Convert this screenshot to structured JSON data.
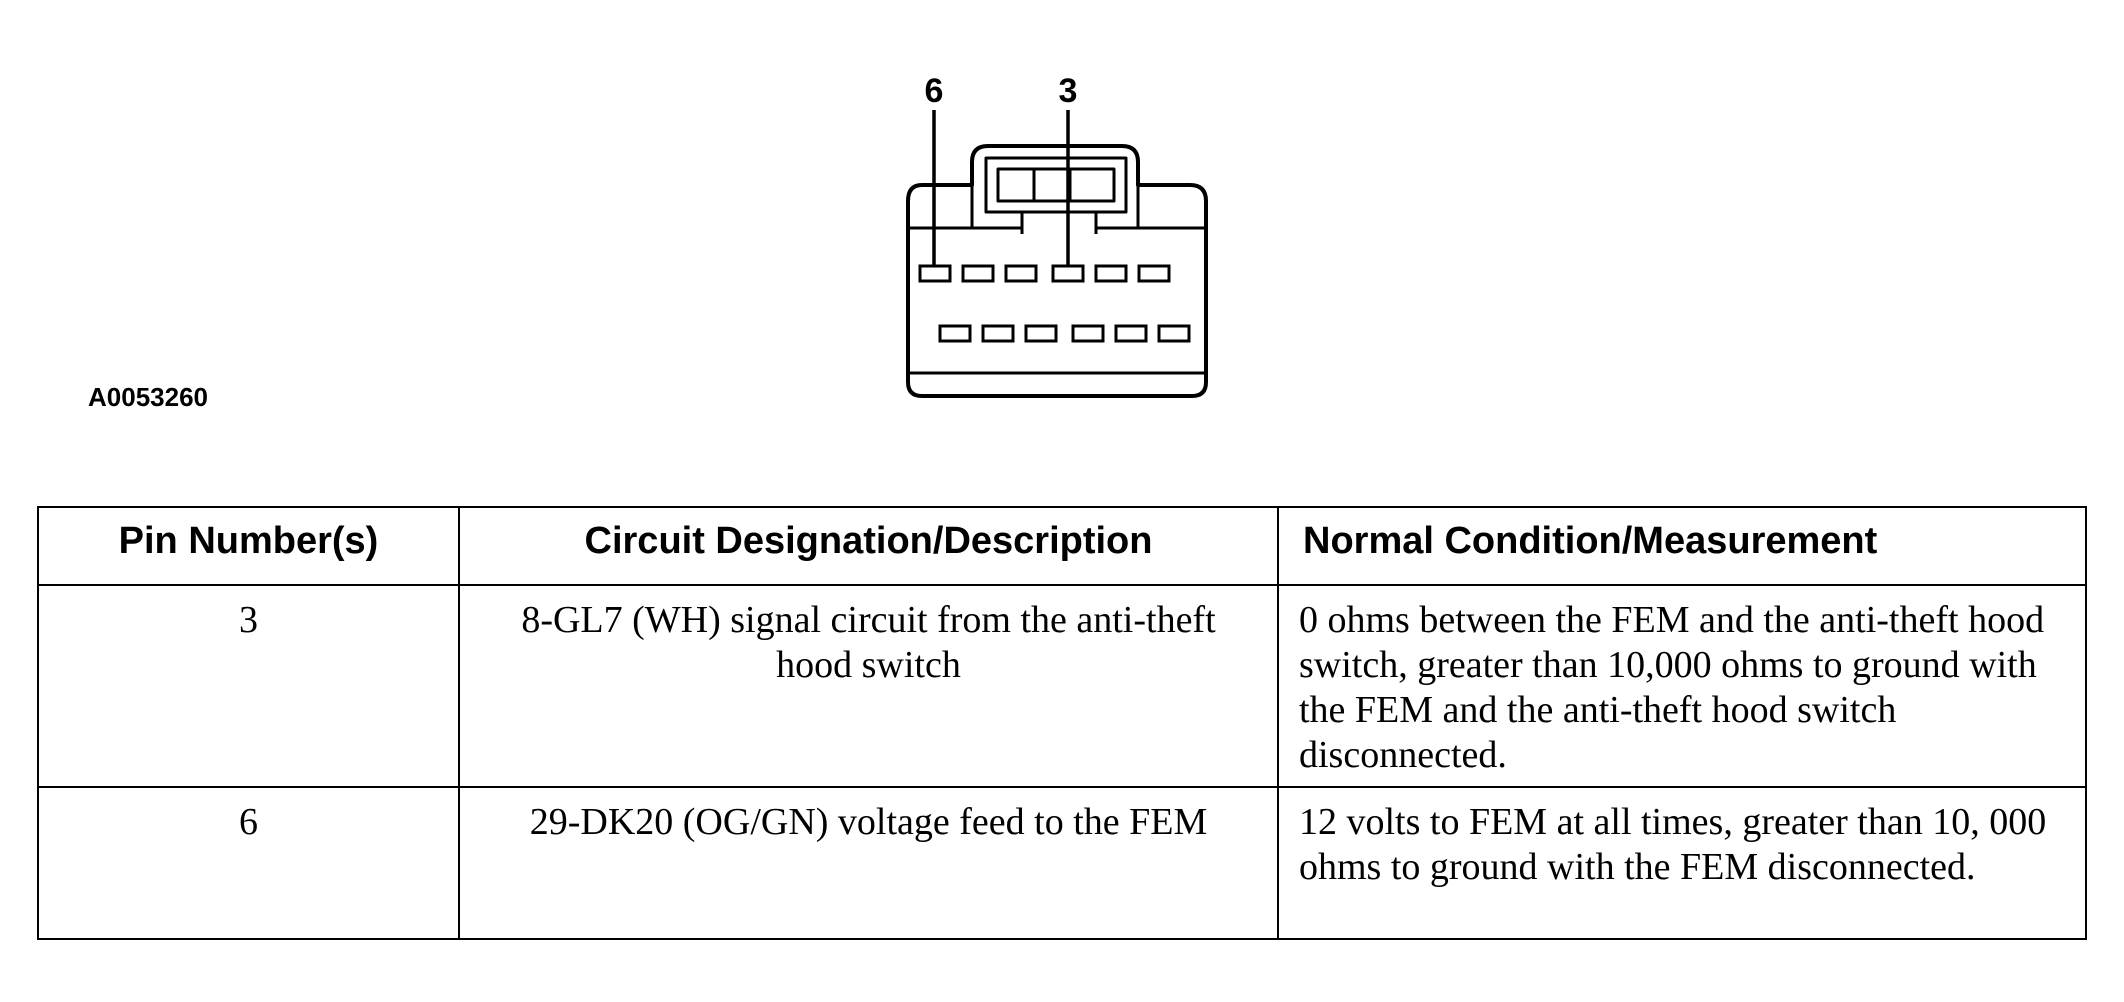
{
  "diagram": {
    "figure_id": "A0053260",
    "callouts": [
      {
        "label": "6",
        "pin": 6
      },
      {
        "label": "3",
        "pin": 3
      }
    ]
  },
  "table": {
    "headers": [
      "Pin Number(s)",
      "Circuit Designation/Description",
      "Normal Condition/Measurement"
    ],
    "rows": [
      {
        "pin": "3",
        "circuit": "8-GL7 (WH) signal circuit from the anti-theft hood switch",
        "measurement": "0 ohms between the FEM and the anti-theft hood switch, greater than 10,000 ohms to ground with the FEM and the anti-theft hood switch disconnected."
      },
      {
        "pin": "6",
        "circuit": "29-DK20 (OG/GN) voltage feed to the FEM",
        "measurement": "12 volts to FEM at all times, greater than 10, 000 ohms to ground with the FEM disconnected."
      }
    ]
  }
}
